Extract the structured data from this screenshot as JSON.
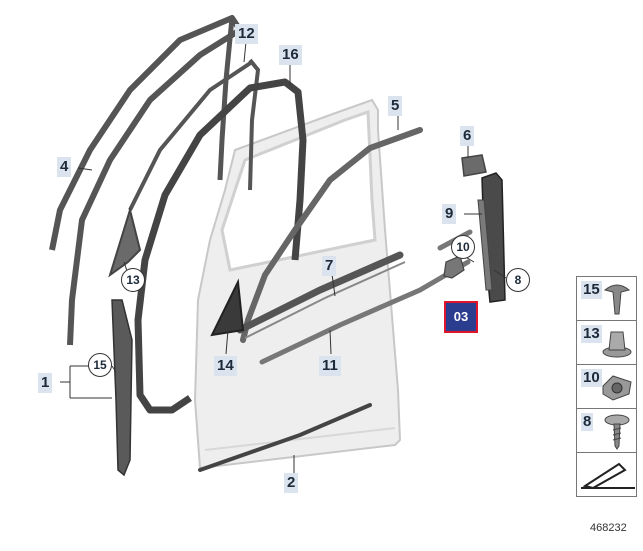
{
  "callouts": {
    "c1": "1",
    "c2": "2",
    "c4": "4",
    "c5": "5",
    "c6": "6",
    "c7": "7",
    "c9": "9",
    "c11": "11",
    "c12": "12",
    "c14": "14",
    "c16": "16"
  },
  "circled": {
    "c8": "8",
    "c10": "10",
    "c13": "13",
    "c15": "15"
  },
  "highlight": "03",
  "legend": [
    "15",
    "13",
    "10",
    "8"
  ],
  "reference_number": "468232",
  "colors": {
    "label_bg": "#dbe3ee",
    "highlight_bg": "#2b3d8f",
    "highlight_border": "#e0152b",
    "seal": "#4a4a4a"
  }
}
